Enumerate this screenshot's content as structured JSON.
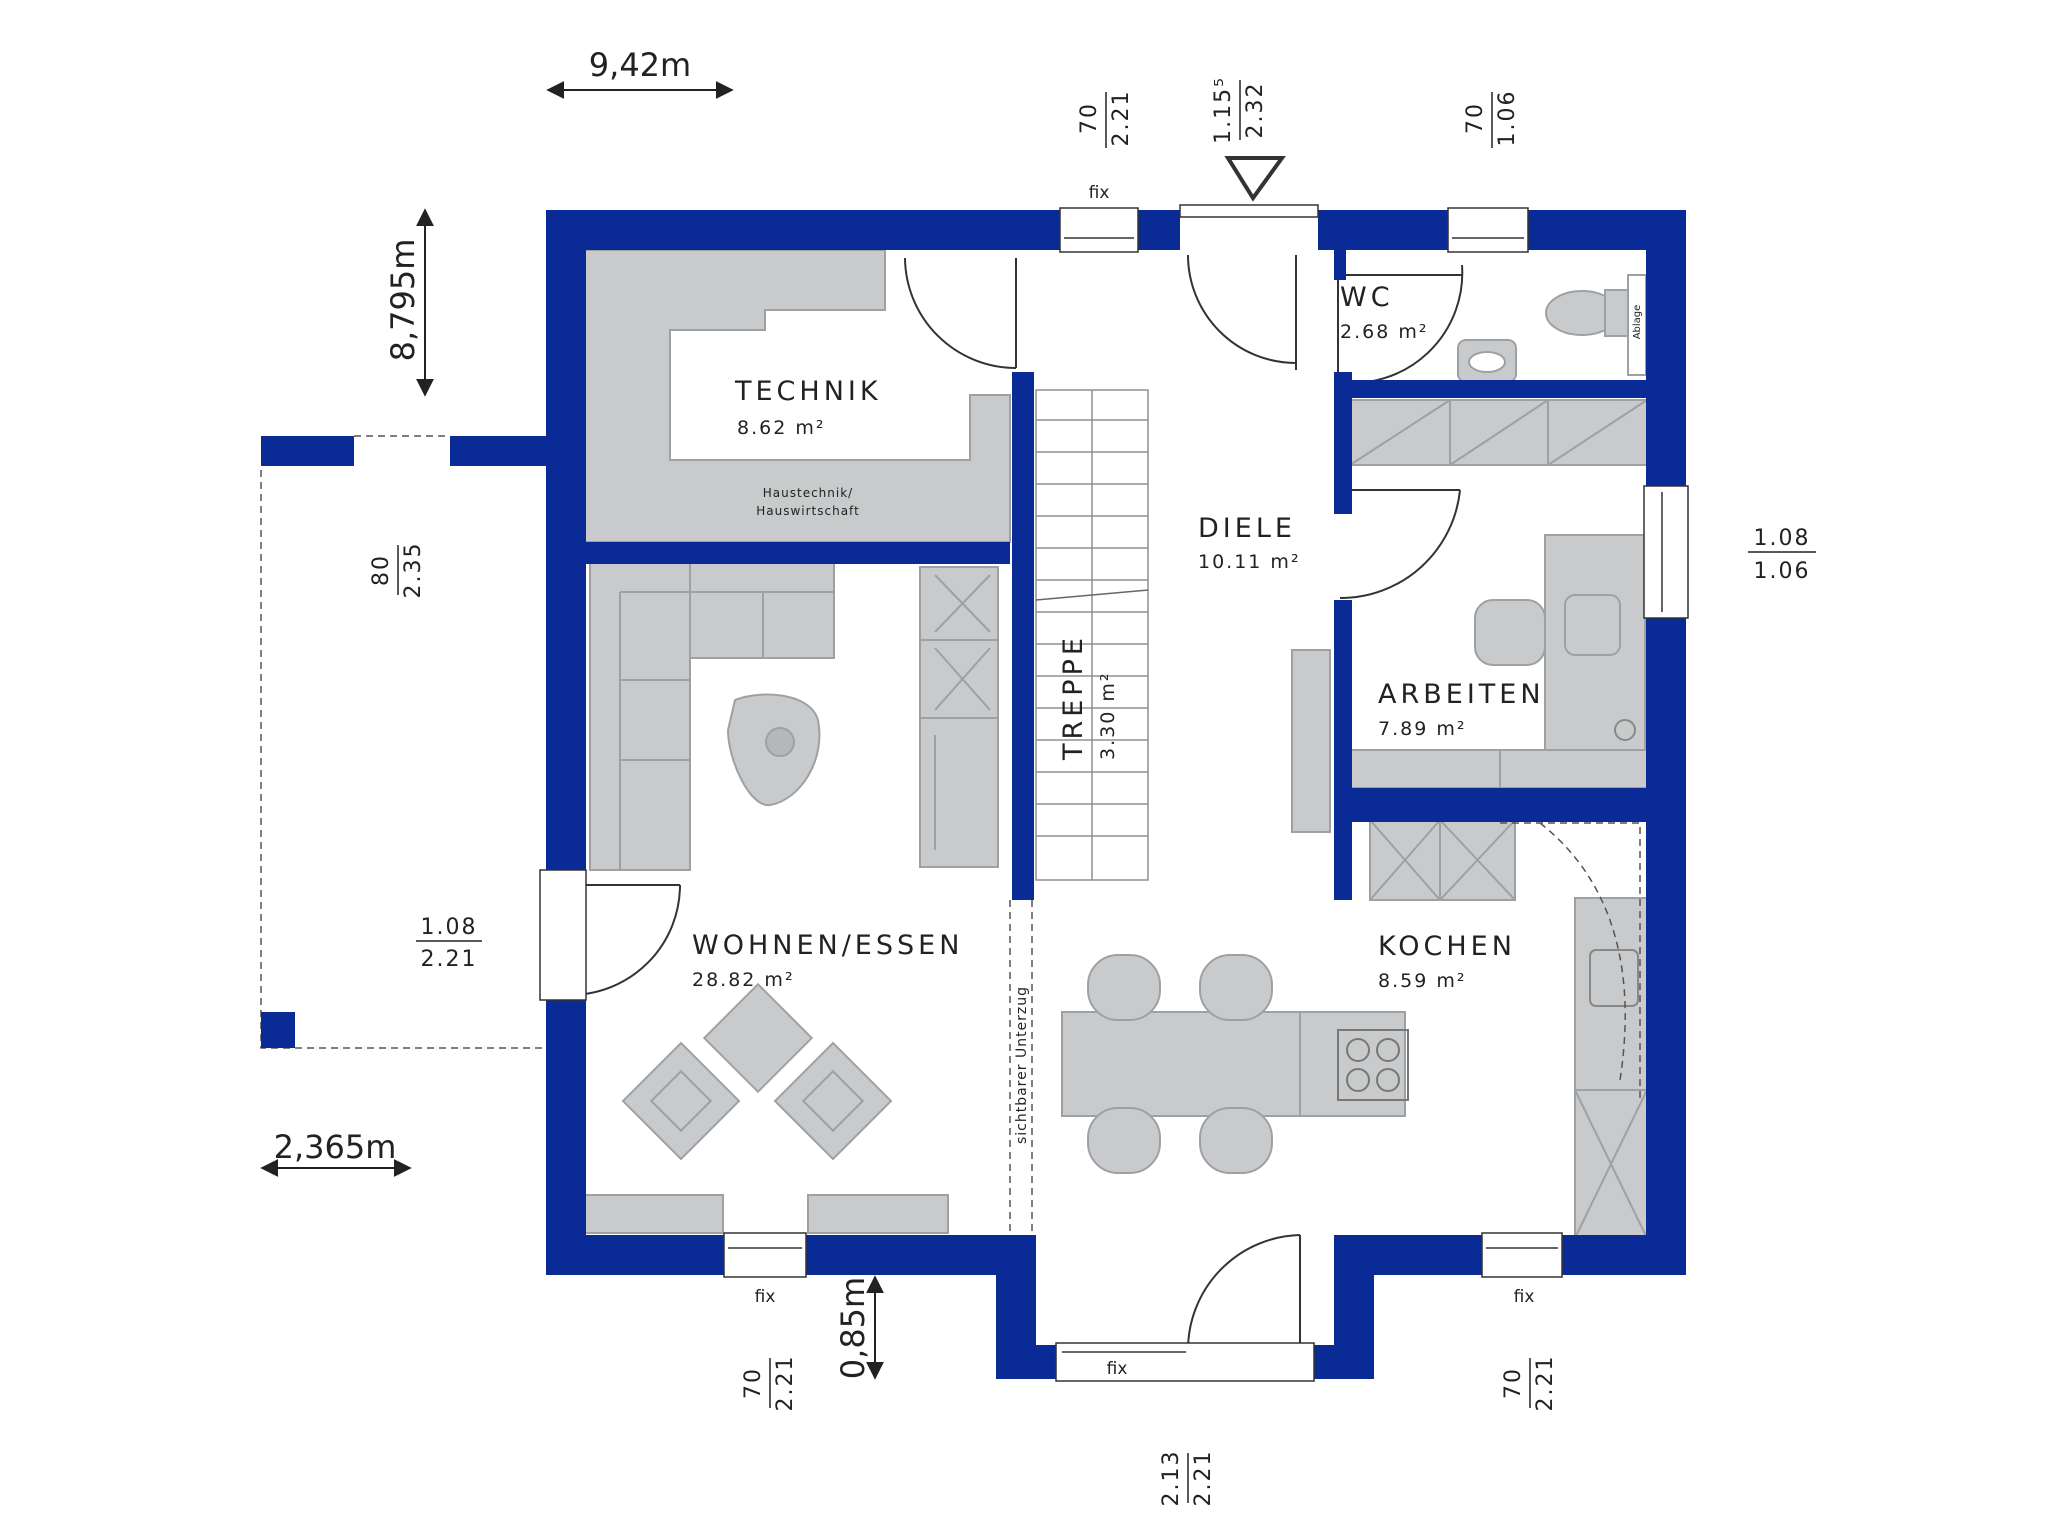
{
  "colors": {
    "wall": "#0a2a96",
    "furniture": "#c8cacb",
    "furniture_stroke": "#9ea1a4",
    "text": "#222222"
  },
  "measurements": {
    "width_total": "9,42m",
    "depth_total": "8,795m",
    "terrace_width": "2,365m",
    "bay_depth": "0,85m"
  },
  "rooms": {
    "technik": {
      "name": "TECHNIK",
      "area": "8.62 m²",
      "note_line1": "Haustechnik/",
      "note_line2": "Hauswirtschaft"
    },
    "wc": {
      "name": "WC",
      "area": "2.68 m²",
      "note": "Ablage"
    },
    "diele": {
      "name": "DIELE",
      "area": "10.11 m²"
    },
    "arbeiten": {
      "name": "ARBEITEN",
      "area": "7.89 m²"
    },
    "treppe": {
      "name": "TREPPE",
      "area": "3.30 m²"
    },
    "wohnen": {
      "name": "WOHNEN/ESSEN",
      "area": "28.82 m²"
    },
    "kochen": {
      "name": "KOCHEN",
      "area": "8.59 m²"
    },
    "beam_note": "sichtbarer Unterzug"
  },
  "openings": {
    "top_left_window": {
      "top": "70",
      "bottom": "2.21",
      "label": "fix"
    },
    "entrance_door": {
      "top": "1.15⁵",
      "bottom": "2.32"
    },
    "wc_window": {
      "top": "70",
      "bottom": "1.06"
    },
    "arbeiten_window": {
      "top": "1.08",
      "bottom": "1.06"
    },
    "terrace_window": {
      "top": "80",
      "bottom": "2.35"
    },
    "terrace_door": {
      "top": "1.08",
      "bottom": "2.21"
    },
    "wohnen_window": {
      "top": "70",
      "bottom": "2.21",
      "label": "fix"
    },
    "bay_door": {
      "top": "2.13",
      "bottom": "2.21",
      "label": "fix"
    },
    "kochen_window": {
      "top": "70",
      "bottom": "2.21",
      "label": "fix"
    }
  }
}
